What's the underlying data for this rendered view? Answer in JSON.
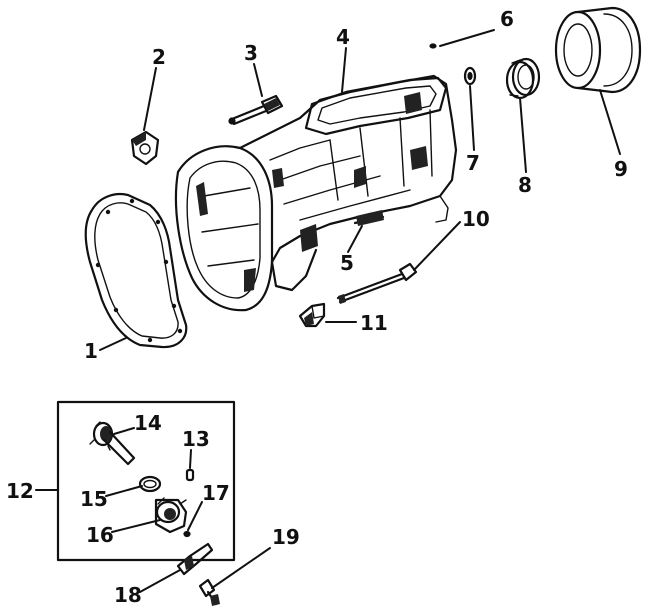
{
  "callouts": [
    {
      "number": "1"
    },
    {
      "number": "2"
    },
    {
      "number": "3"
    },
    {
      "number": "4"
    },
    {
      "number": "5"
    },
    {
      "number": "6"
    },
    {
      "number": "7"
    },
    {
      "number": "8"
    },
    {
      "number": "9"
    },
    {
      "number": "10"
    },
    {
      "number": "11"
    },
    {
      "number": "12"
    },
    {
      "number": "13"
    },
    {
      "number": "14"
    },
    {
      "number": "15"
    },
    {
      "number": "16"
    },
    {
      "number": "17"
    },
    {
      "number": "18"
    },
    {
      "number": "19"
    }
  ]
}
